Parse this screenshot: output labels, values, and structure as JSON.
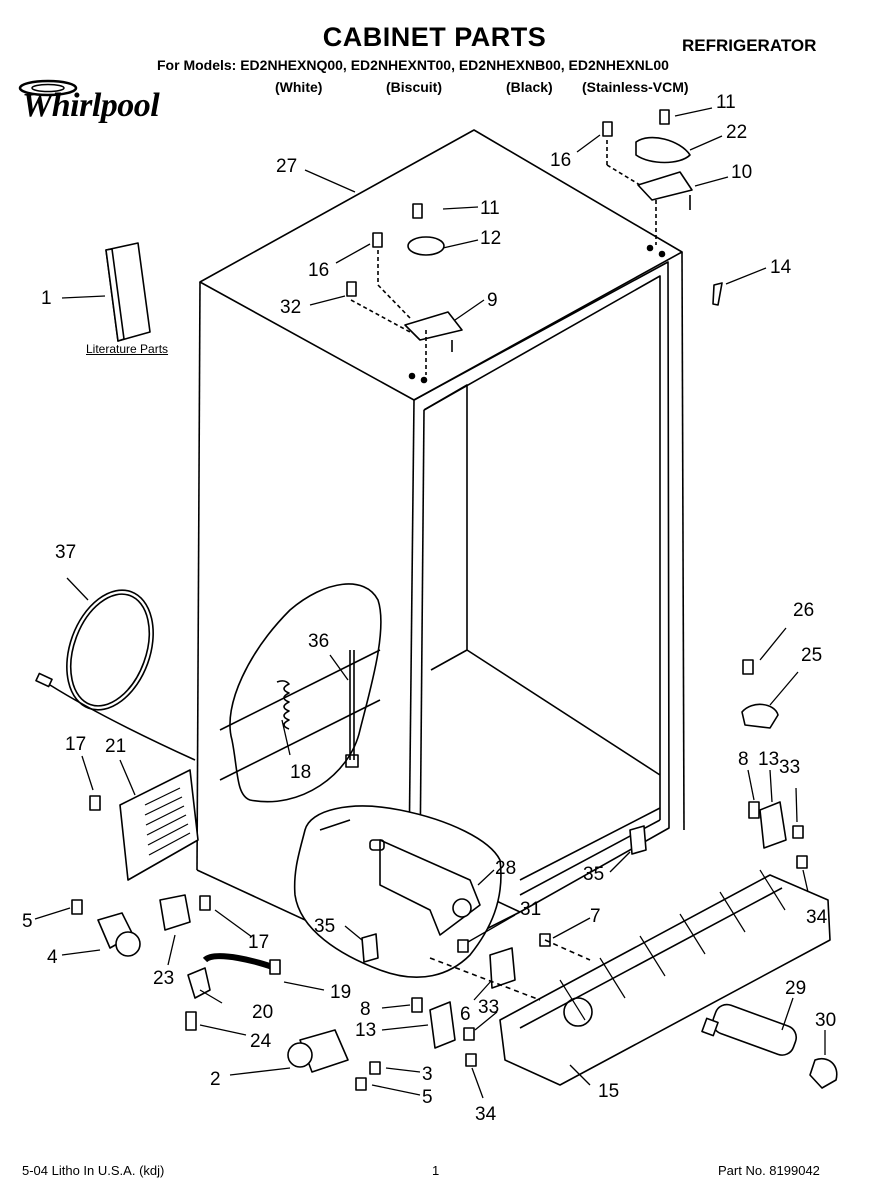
{
  "header": {
    "title": "CABINET PARTS",
    "subtitle": "REFRIGERATOR",
    "models_line": "For Models: ED2NHEXNQ00, ED2NHEXNT00, ED2NHEXNB00, ED2NHEXNL00",
    "colors": [
      "(White)",
      "(Biscuit)",
      "(Black)",
      "(Stainless-VCM)"
    ]
  },
  "logo": {
    "text": "Whirlpool",
    "icon": "whirlpool-logo"
  },
  "literature_label": "Literature Parts",
  "callouts": [
    "1",
    "2",
    "3",
    "4",
    "5",
    "5",
    "6",
    "7",
    "8",
    "8",
    "9",
    "10",
    "11",
    "11",
    "12",
    "13",
    "13",
    "14",
    "15",
    "16",
    "16",
    "17",
    "17",
    "18",
    "19",
    "20",
    "21",
    "22",
    "23",
    "24",
    "25",
    "26",
    "27",
    "28",
    "29",
    "30",
    "31",
    "32",
    "33",
    "33",
    "34",
    "34",
    "35",
    "35",
    "36",
    "37"
  ],
  "footer": {
    "left": "5-04 Litho In U.S.A. (kdj)",
    "center": "1",
    "right": "Part No. 8199042"
  }
}
